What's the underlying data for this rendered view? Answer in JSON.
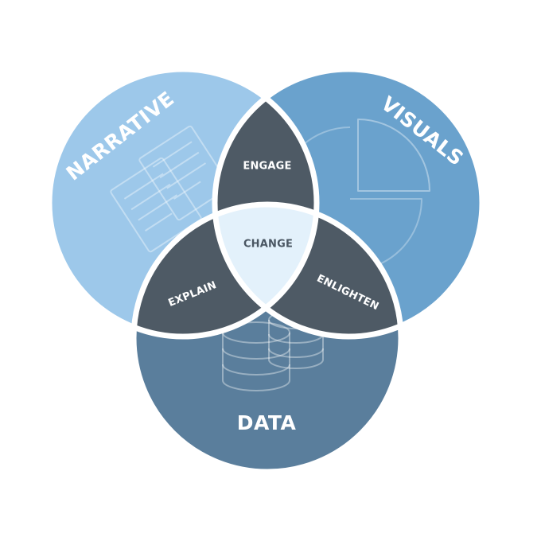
{
  "diagram": {
    "circles": {
      "narrative": {
        "label": "NARRATIVE",
        "color": "#9dc8ea"
      },
      "visuals": {
        "label": "VISUALS",
        "color": "#6aa2cd"
      },
      "data": {
        "label": "DATA",
        "color": "#5a7e9c"
      }
    },
    "intersections": {
      "engage": {
        "label": "ENGAGE",
        "color": "#4e5a65"
      },
      "explain": {
        "label": "EXPLAIN",
        "color": "#4e5a65"
      },
      "enlighten": {
        "label": "ENLIGHTEN",
        "color": "#4e5a65"
      },
      "change": {
        "label": "CHANGE",
        "color": "#e3f1fb"
      }
    },
    "icons": [
      "documents-icon",
      "pie-chart-icon",
      "database-icon"
    ]
  }
}
